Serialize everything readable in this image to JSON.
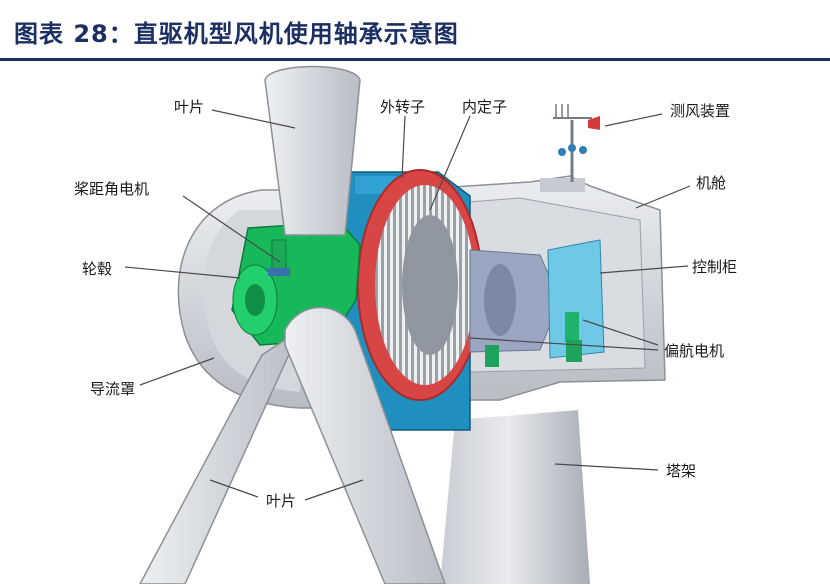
{
  "title": "图表 28：直驱机型风机使用轴承示意图",
  "labels": {
    "blade_top": "叶片",
    "outer_rotor": "外转子",
    "inner_stator": "内定子",
    "anemometer": "测风装置",
    "pitch_motor": "桨距角电机",
    "nacelle": "机舱",
    "hub": "轮毂",
    "control_cabinet": "控制柜",
    "yaw_motor": "偏航电机",
    "spinner": "导流罩",
    "tower": "塔架",
    "blade_bottom": "叶片"
  },
  "colors": {
    "title": "#1c2f63",
    "hub": "#16b85a",
    "rotor_ring": "#d84545",
    "stator_frame": "#1f8fbf",
    "cabinet": "#6fc9e6",
    "structure": "#dcdfe4"
  }
}
